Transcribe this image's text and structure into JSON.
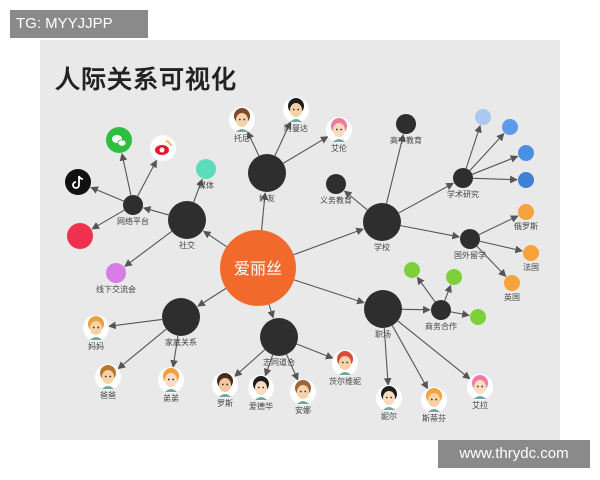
{
  "watermark_top": "TG: MYYJJPP",
  "watermark_bottom": "www.thrydc.com",
  "title": "人际关系可视化",
  "colors": {
    "center": "#f26a2b",
    "hub": "#2e2e2e",
    "edge": "#555555",
    "panel": "#e9e9e9"
  },
  "tree": {
    "label": "爱丽丝",
    "kind": "center",
    "children": [
      {
        "label": "社交",
        "kind": "hub",
        "children": [
          {
            "label": "网络平台",
            "kind": "sub",
            "children": [
              {
                "label": "",
                "kind": "icon",
                "icon": "wechat-icon",
                "color": "#2dc03f"
              },
              {
                "label": "",
                "kind": "icon",
                "icon": "weibo-icon",
                "color": "#ffffff"
              },
              {
                "label": "",
                "kind": "icon",
                "icon": "tiktok-icon",
                "color": "#111111"
              },
              {
                "label": "",
                "kind": "dot",
                "color": "#f0304f"
              }
            ]
          },
          {
            "label": "媒体",
            "kind": "dot",
            "color": "#5ddbbd"
          },
          {
            "label": "线下交流会",
            "kind": "dot",
            "color": "#d87de8"
          }
        ]
      },
      {
        "label": "好友",
        "kind": "hub",
        "children": [
          {
            "label": "托尼",
            "kind": "avatar",
            "hair": "#7a4a2a",
            "skin": "#f6d2a8"
          },
          {
            "label": "阿曼达",
            "kind": "avatar",
            "hair": "#1e1e1e",
            "skin": "#f6d2a8"
          },
          {
            "label": "艾伦",
            "kind": "avatar",
            "hair": "#f27a9a",
            "skin": "#f9dcc0"
          }
        ]
      },
      {
        "label": "学校",
        "kind": "hub",
        "children": [
          {
            "label": "义务教育",
            "kind": "sub",
            "children": []
          },
          {
            "label": "高中教育",
            "kind": "sub",
            "children": []
          },
          {
            "label": "学术研究",
            "kind": "sub",
            "children": [
              {
                "label": "",
                "kind": "dot",
                "color": "#a9c9f1"
              },
              {
                "label": "",
                "kind": "dot",
                "color": "#5b9bea"
              },
              {
                "label": "",
                "kind": "dot",
                "color": "#4a90e2"
              },
              {
                "label": "",
                "kind": "dot",
                "color": "#3f7fd6"
              }
            ]
          },
          {
            "label": "国外留学",
            "kind": "sub",
            "children": [
              {
                "label": "俄罗斯",
                "kind": "dot",
                "color": "#f5a33a"
              },
              {
                "label": "法国",
                "kind": "dot",
                "color": "#f5a33a"
              },
              {
                "label": "英国",
                "kind": "dot",
                "color": "#f5a33a"
              }
            ]
          }
        ]
      },
      {
        "label": "职场",
        "kind": "hub",
        "children": [
          {
            "label": "商务合作",
            "kind": "sub",
            "children": [
              {
                "label": "",
                "kind": "dot",
                "color": "#7ed03a"
              },
              {
                "label": "",
                "kind": "dot",
                "color": "#7ed03a"
              },
              {
                "label": "",
                "kind": "dot",
                "color": "#7ed03a"
              }
            ]
          },
          {
            "label": "妮尔",
            "kind": "avatar",
            "hair": "#1e1e1e",
            "skin": "#f9dcc0"
          },
          {
            "label": "斯蒂芬",
            "kind": "avatar",
            "hair": "#f5a33a",
            "skin": "#f6d2a8"
          },
          {
            "label": "艾拉",
            "kind": "avatar",
            "hair": "#f27aa6",
            "skin": "#f9dcc0"
          }
        ]
      },
      {
        "label": "家庭关系",
        "kind": "hub",
        "children": [
          {
            "label": "妈妈",
            "kind": "avatar",
            "hair": "#e8a040",
            "skin": "#f6d2a8"
          },
          {
            "label": "爸爸",
            "kind": "avatar",
            "hair": "#b7782e",
            "skin": "#f6d2a8"
          },
          {
            "label": "弟弟",
            "kind": "avatar",
            "hair": "#f0a040",
            "skin": "#f9dcc0"
          }
        ]
      },
      {
        "label": "志同道合",
        "kind": "hub",
        "children": [
          {
            "label": "罗斯",
            "kind": "avatar",
            "hair": "#4a2c1a",
            "skin": "#f0c8a0"
          },
          {
            "label": "爱德华",
            "kind": "avatar",
            "hair": "#1e1e1e",
            "skin": "#f9dcc0"
          },
          {
            "label": "安娜",
            "kind": "avatar",
            "hair": "#a0643a",
            "skin": "#f6d2a8"
          },
          {
            "label": "茨尔维妮",
            "kind": "avatar",
            "hair": "#d94a3a",
            "skin": "#f6d2a8"
          }
        ]
      }
    ]
  }
}
